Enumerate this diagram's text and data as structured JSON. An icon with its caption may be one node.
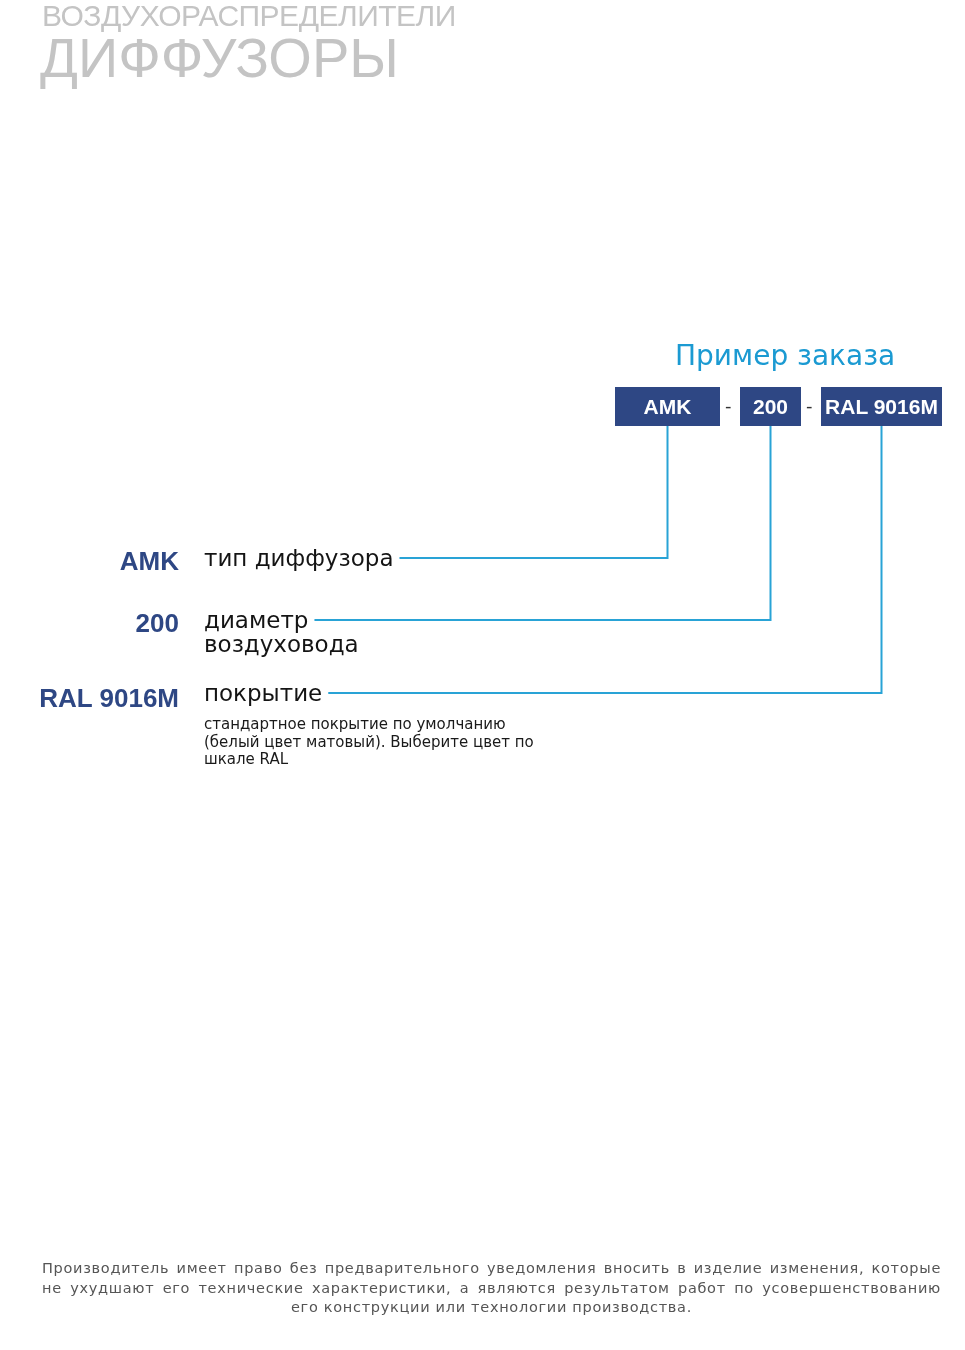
{
  "diagram": {
    "title": "Пример заказа",
    "nodes": [
      {
        "text": [
          "AMK"
        ]
      },
      {
        "text": [
          "200"
        ]
      },
      {
        "text": [
          "RAL 9016M"
        ]
      },
      {
        "text": [
          "тип диффузора"
        ],
        "beside": [
          "AMK"
        ]
      },
      {
        "text": [
          "диаметр воздуховода"
        ],
        "beside": [
          "200"
        ]
      },
      {
        "text": [
          "покрытие"
        ],
        "beside": [
          "RAL 9016M",
          "стандартное покрытие по умолчанию (белый цвет матовый). Выберите цвет по шкале RAL"
        ]
      }
    ],
    "edges": [
      {
        "from": 0,
        "to": 3,
        "arrow": "none"
      },
      {
        "from": 1,
        "to": 4,
        "arrow": "none"
      },
      {
        "from": 2,
        "to": 5,
        "arrow": "none"
      }
    ],
    "labels": [
      "ВОЗДУХОРАСПРЕДЕЛИТЕЛИ",
      "ДИФФУЗОРЫ",
      "-",
      "-",
      "Производитель имеет право без предварительного уведомления вносить в изделие изменения, которые не ухудшают его технические характеристики, а являются результатом работ по усовершенствованию его конструкции или технологии производства."
    ]
  }
}
